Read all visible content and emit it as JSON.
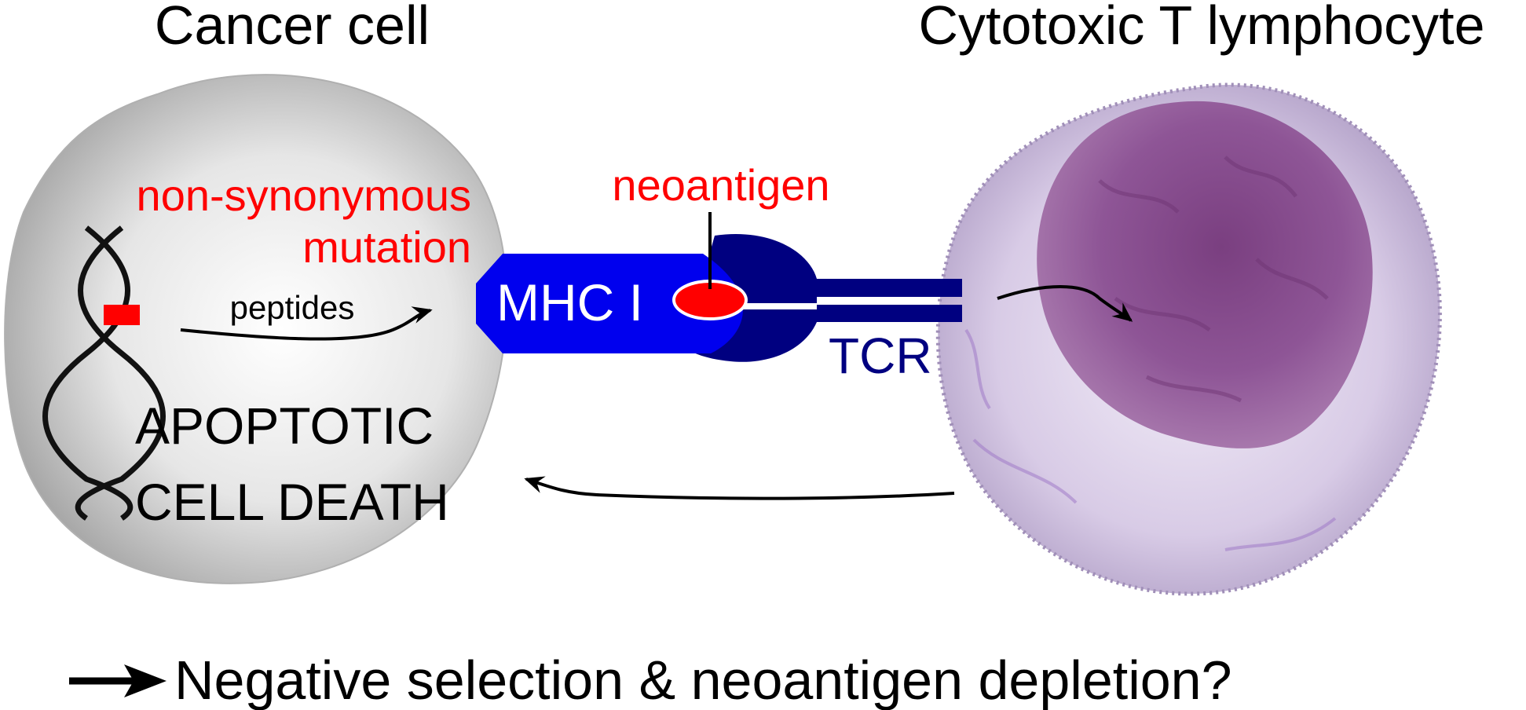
{
  "titles": {
    "cancer_cell": "Cancer cell",
    "t_cell": "Cytotoxic T lymphocyte"
  },
  "labels": {
    "mutation_line1": "non-synonymous",
    "mutation_line2": "mutation",
    "peptides": "peptides",
    "neoantigen": "neoantigen",
    "mhc": "MHC I",
    "tcr": "TCR",
    "apoptotic": "APOPTOTIC",
    "cell_death": "CELL DEATH",
    "footer": "Negative selection & neoantigen depletion?"
  },
  "colors": {
    "mutation_red": "#ff0000",
    "mhc_blue": "#0000ee",
    "tcr_navy": "#000080",
    "ink": "#000000"
  }
}
